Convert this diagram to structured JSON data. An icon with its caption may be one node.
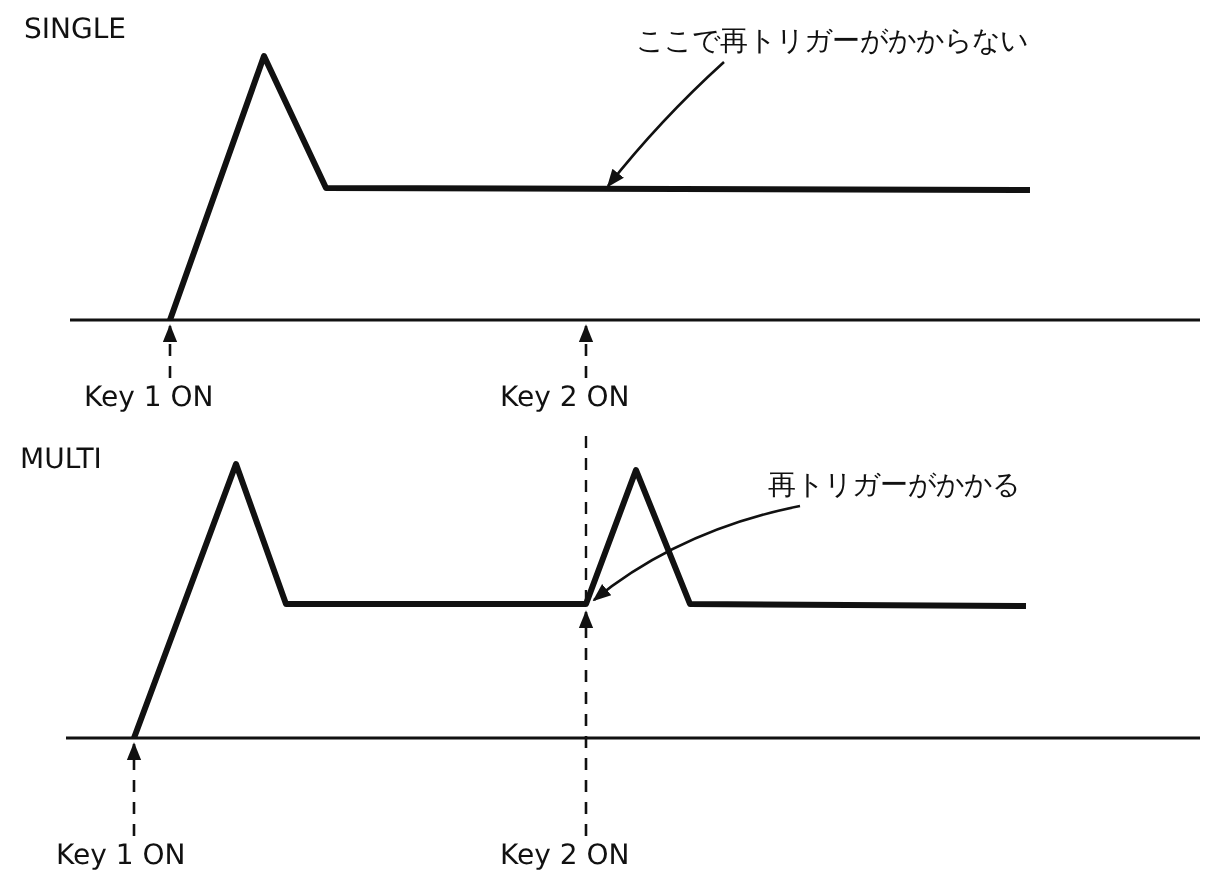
{
  "diagram": {
    "nodes": [
      {
        "text": [
          "ここで再トリガーがかからない"
        ]
      },
      {
        "text": [
          "Key 1 ON"
        ]
      },
      {
        "text": [
          "Key 2 ON"
        ]
      },
      {
        "text": [
          "再トリガーがかかる"
        ]
      },
      {
        "text": [
          "Key 1 ON"
        ]
      },
      {
        "text": [
          "Key 2 ON"
        ]
      }
    ],
    "edges": [
      {
        "from": 0,
        "to": null,
        "arrow": "to"
      },
      {
        "from": 1,
        "to": null,
        "arrow": "to",
        "style": "dashed"
      },
      {
        "from": 2,
        "to": null,
        "arrow": "to",
        "style": "dashed"
      },
      {
        "from": 3,
        "to": null,
        "arrow": "to"
      },
      {
        "from": 4,
        "to": null,
        "arrow": "to",
        "style": "dashed"
      },
      {
        "from": 5,
        "to": null,
        "arrow": "to",
        "style": "dashed"
      }
    ],
    "labels": [
      "SINGLE",
      "MULTI"
    ]
  }
}
